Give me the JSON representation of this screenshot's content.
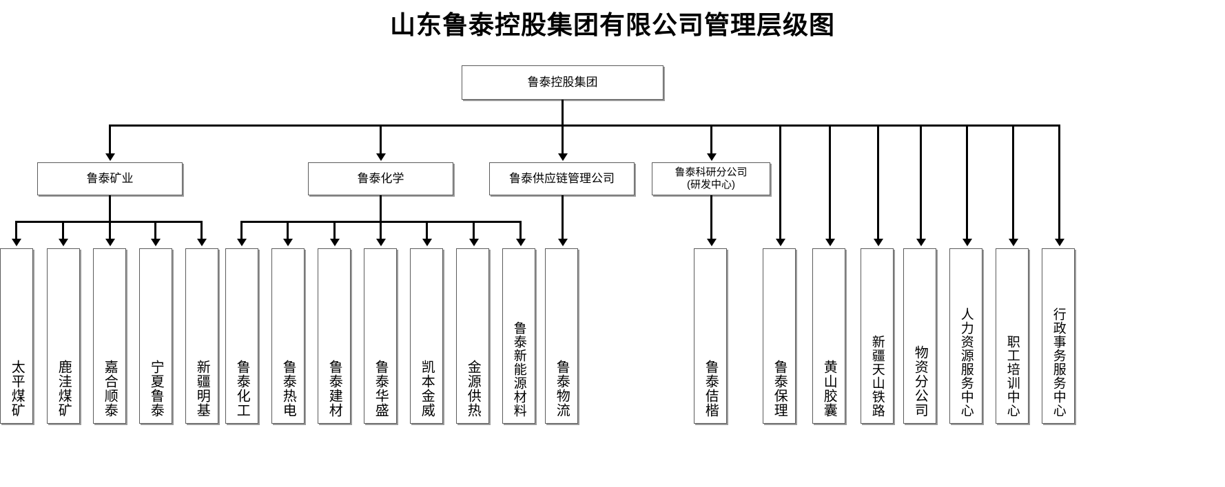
{
  "title": "山东鲁泰控股集团有限公司管理层级图",
  "root": {
    "label": "鲁泰控股集团"
  },
  "divisions": [
    {
      "label": "鲁泰矿业"
    },
    {
      "label": "鲁泰化学"
    },
    {
      "label": "鲁泰供应链管理公司"
    },
    {
      "label": "鲁泰科研分公司\n(研发中心)"
    }
  ],
  "mining_units": [
    {
      "label": "太平煤矿"
    },
    {
      "label": "鹿洼煤矿"
    },
    {
      "label": "嘉合顺泰"
    },
    {
      "label": "宁夏鲁泰"
    },
    {
      "label": "新疆明基"
    }
  ],
  "chemical_units": [
    {
      "label": "鲁泰化工"
    },
    {
      "label": "鲁泰热电"
    },
    {
      "label": "鲁泰建材"
    },
    {
      "label": "鲁泰华盛"
    },
    {
      "label": "凯本金威"
    },
    {
      "label": "金源供热"
    },
    {
      "label": "鲁泰新能源材料"
    }
  ],
  "supply_units": [
    {
      "label": "鲁泰物流"
    }
  ],
  "group_units": [
    {
      "label": "鲁泰佶楷"
    },
    {
      "label": "鲁泰保理"
    },
    {
      "label": "黄山胶囊"
    },
    {
      "label": "新疆天山铁路"
    },
    {
      "label": "物资分公司"
    },
    {
      "label": "人力资源服务中心"
    },
    {
      "label": "职工培训中心"
    },
    {
      "label": "行政事务服务中心"
    }
  ],
  "colors": {
    "box_border": "#5a5a5a",
    "connector": "#000000",
    "background": "#ffffff",
    "text": "#000000"
  }
}
